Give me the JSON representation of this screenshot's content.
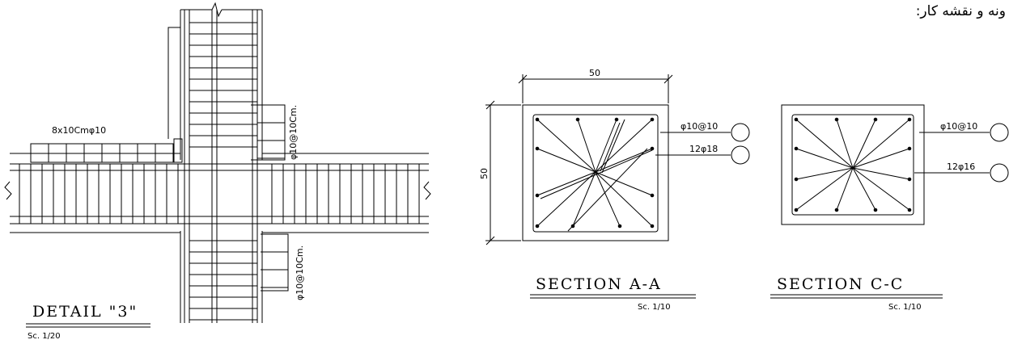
{
  "page_heading": "ونه و نقشه کار:",
  "detail": {
    "title": "DETAIL  \"3\"",
    "scale": "Sc. 1/20",
    "stirrup_label": "8x10Cmφ10",
    "tie_label_upper": "φ10@10Cm.",
    "tie_label_lower": "φ10@10Cm."
  },
  "section_a": {
    "title": "SECTION  A-A",
    "scale": "Sc. 1/10",
    "dim_width": "50",
    "dim_height": "50",
    "tie_label": "φ10@10",
    "bar_label": "12φ18"
  },
  "section_c": {
    "title": "SECTION  C-C",
    "scale": "Sc. 1/10",
    "tie_label": "φ10@10",
    "bar_label": "12φ16"
  }
}
